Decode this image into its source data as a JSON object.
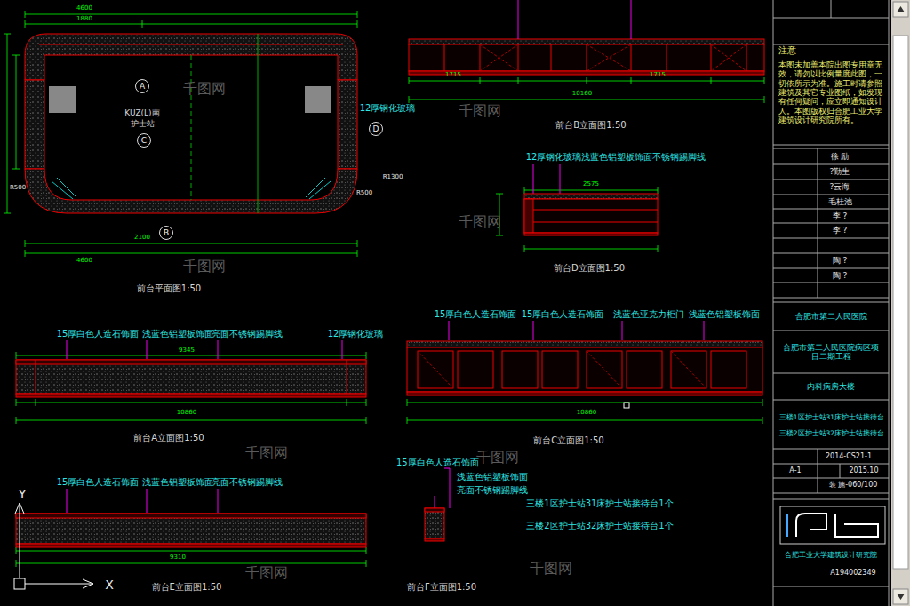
{
  "diagram": {
    "nodes": [
      {
        "text": [
          "A"
        ]
      },
      {
        "text": [
          "C"
        ]
      },
      {
        "text": [
          "D"
        ]
      },
      {
        "text": [
          "B"
        ]
      }
    ],
    "labels": [
      "KUZ(L)南",
      "护士站",
      "12厚钢化玻璃",
      "R1300",
      "R500",
      "R500",
      "4600",
      "1880",
      "2100",
      "4600",
      "前台平面图1:50",
      "1715",
      "1715",
      "10160",
      "前台B立面图1:50",
      "12厚钢化玻璃浅蓝色铝塑板饰面不锈钢踢脚线",
      "2575",
      "前台D立面图1:50",
      "15厚白色人造石饰面",
      "浅蓝色铝塑板饰面",
      "亮面不锈钢踢脚线",
      "12厚钢化玻璃",
      "9345",
      "10860",
      "前台A立面图1:50",
      "15厚白色人造石饰面",
      "15厚白色人造石饰面",
      "浅蓝色亚克力柜门",
      "浅蓝色铝塑板饰面",
      "10860",
      "前台C立面图1:50",
      "15厚白色人造石饰面",
      "浅蓝色铝塑板饰面",
      "亮面不锈钢踢脚线",
      "9310",
      "前台E立面图1:50",
      "15厚白色人造石饰面",
      "浅蓝色铝塑板饰面",
      "亮面不锈钢踢脚线",
      "前台F立面图1:50",
      "三楼1区护士站31床护士站接待台1个",
      "三楼2区护士站32床护士站接待台1个",
      "Y",
      "X",
      "注意",
      "本图未加盖本院出图专用章无效，请勿以比例量度此图，一切依所示为准。施工时请参照建筑及其它专业图纸，如发现有任何疑问，应立即通知设计人。本图版权归合肥工业大学建筑设计研究院所有。",
      "徐 励",
      "?勤生",
      "?云海",
      "毛桂池",
      "李 ?",
      "李 ?",
      "陶 ?",
      "陶 ?",
      "合肥市第二人民医院",
      "合肥市第二人民医院病区项目二期工程",
      "内科病房大楼",
      "三楼1区护士站31床护士站接待台",
      "三楼2区护士站32床护士站接待台",
      "2014-CS21-1",
      "A-1",
      "2015.10",
      "装 施-060/100",
      "合肥工业大学建筑设计研究院",
      "A194002349",
      "千图网",
      "千图网",
      "千图网",
      "千图网",
      "千图网",
      "千图网",
      "千图网",
      "千图网"
    ]
  }
}
